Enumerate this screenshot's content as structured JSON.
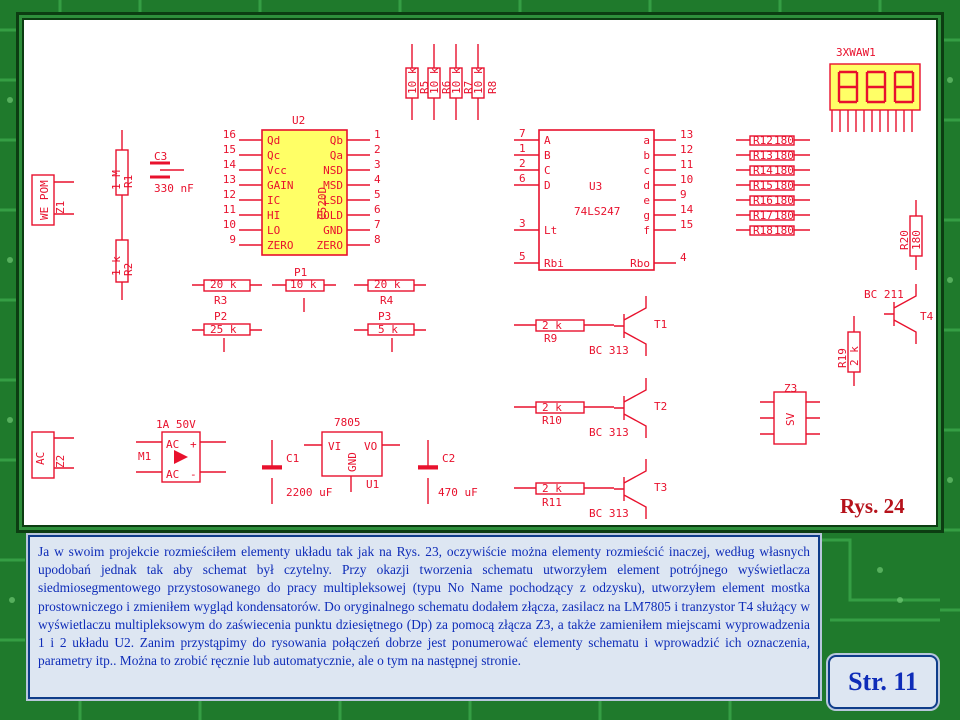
{
  "figure_label": "Rys. 24",
  "page_number": "Str. 11",
  "description": "Ja w swoim projekcie rozmieściłem elementy układu tak jak na Rys. 23, oczywiście można elementy rozmieścić inaczej, według własnych upodobań jednak tak aby schemat był czytelny. Przy okazji tworzenia schematu utworzyłem element potrójnego wyświetlacza siedmiosegmentowego przystosowanego do pracy multipleksowej (typu No Name pochodzący z odzysku), utworzyłem element mostka prostowniczego i zmieniłem wygląd kondensatorów. Do oryginalnego schematu dodałem złącza, zasilacz na LM7805 i tranzystor T4 służący w wyświetlaczu multipleksowym do zaświecenia punktu dziesiętnego (Dp) za pomocą złącza Z3, a także zamieniłem miejscami wyprowadzenia 1 i 2 układu U2. Zanim przystąpimy do rysowania połączeń dobrze jest ponumerować elementy schematu i wprowadzić ich oznaczenia, parametry itp.. Można to zrobić ręcznie lub automatycznie, ale o tym na następnej stronie.",
  "colors": {
    "schematic_red": "#e8112d",
    "component_fill": "#ffff66",
    "text_blue": "#0e2cb8",
    "accent_red": "#b6121b",
    "pcb_green": "#1f7a2c"
  },
  "schematic": {
    "u2": {
      "name": "U2",
      "part": "C520D",
      "left_pins": [
        "16",
        "15",
        "14",
        "13",
        "12",
        "11",
        "10",
        "9"
      ],
      "left_labels": [
        "Qd",
        "Qc",
        "Vcc",
        "GAIN",
        "IC",
        "HI",
        "LO",
        "ZERO"
      ],
      "right_pins": [
        "1",
        "2",
        "3",
        "4",
        "5",
        "6",
        "7",
        "8"
      ],
      "right_labels": [
        "Qb",
        "Qa",
        "NSD",
        "MSD",
        "LSD",
        "HOLD",
        "GND",
        "ZERO"
      ]
    },
    "u3": {
      "name": "U3",
      "part": "74LS247",
      "left_pins": [
        "7",
        "1",
        "2",
        "6",
        "3",
        "5"
      ],
      "left_labels": [
        "A",
        "B",
        "C",
        "D",
        "Lt",
        "Rbi"
      ],
      "right_pins": [
        "13",
        "12",
        "11",
        "10",
        "9",
        "14",
        "15",
        "4"
      ],
      "right_labels": [
        "a",
        "b",
        "c",
        "d",
        "e",
        "g",
        "f",
        "Rbo"
      ]
    },
    "display": {
      "name": "3XWAW1"
    },
    "resistors": [
      {
        "ref": "R1",
        "value": "1 M"
      },
      {
        "ref": "R2",
        "value": "1 k"
      },
      {
        "ref": "R3",
        "value": "20 k"
      },
      {
        "ref": "R4",
        "value": "20 k"
      },
      {
        "ref": "R5",
        "value": "10 k"
      },
      {
        "ref": "R6",
        "value": "10 k"
      },
      {
        "ref": "R7",
        "value": "10 k"
      },
      {
        "ref": "R8",
        "value": "10 k"
      },
      {
        "ref": "R9",
        "value": "2 k"
      },
      {
        "ref": "R10",
        "value": "2 k"
      },
      {
        "ref": "R11",
        "value": "2 k"
      },
      {
        "ref": "R19",
        "value": "2 k"
      },
      {
        "ref": "R20",
        "value": "180"
      }
    ],
    "segment_resistors": [
      "R12",
      "R13",
      "R14",
      "R15",
      "R16",
      "R17",
      "R18"
    ],
    "segment_value": "180",
    "pots": [
      {
        "ref": "P1",
        "value": "10 k"
      },
      {
        "ref": "P2",
        "value": "25 k"
      },
      {
        "ref": "P3",
        "value": "5 k"
      }
    ],
    "capacitors": [
      {
        "ref": "C3",
        "value": "330 nF"
      },
      {
        "ref": "C1",
        "value": "2200 uF"
      },
      {
        "ref": "C2",
        "value": "470 uF"
      }
    ],
    "transistors": [
      {
        "ref": "T1",
        "type": "BC 313"
      },
      {
        "ref": "T2",
        "type": "BC 313"
      },
      {
        "ref": "T3",
        "type": "BC 313"
      },
      {
        "ref": "T4",
        "type": "BC 211"
      }
    ],
    "regulator": {
      "ref": "U1",
      "part": "7805",
      "vi": "VI",
      "vo": "VO",
      "gnd": "GND"
    },
    "bridge": {
      "ref": "M1",
      "rating": "1A 50V",
      "ac": "AC",
      "plus": "+",
      "minus": "-"
    },
    "connectors": [
      {
        "ref": "Z1",
        "label": "WE POM"
      },
      {
        "ref": "Z2",
        "label": "AC"
      },
      {
        "ref": "Z3",
        "label": "SV"
      }
    ]
  }
}
